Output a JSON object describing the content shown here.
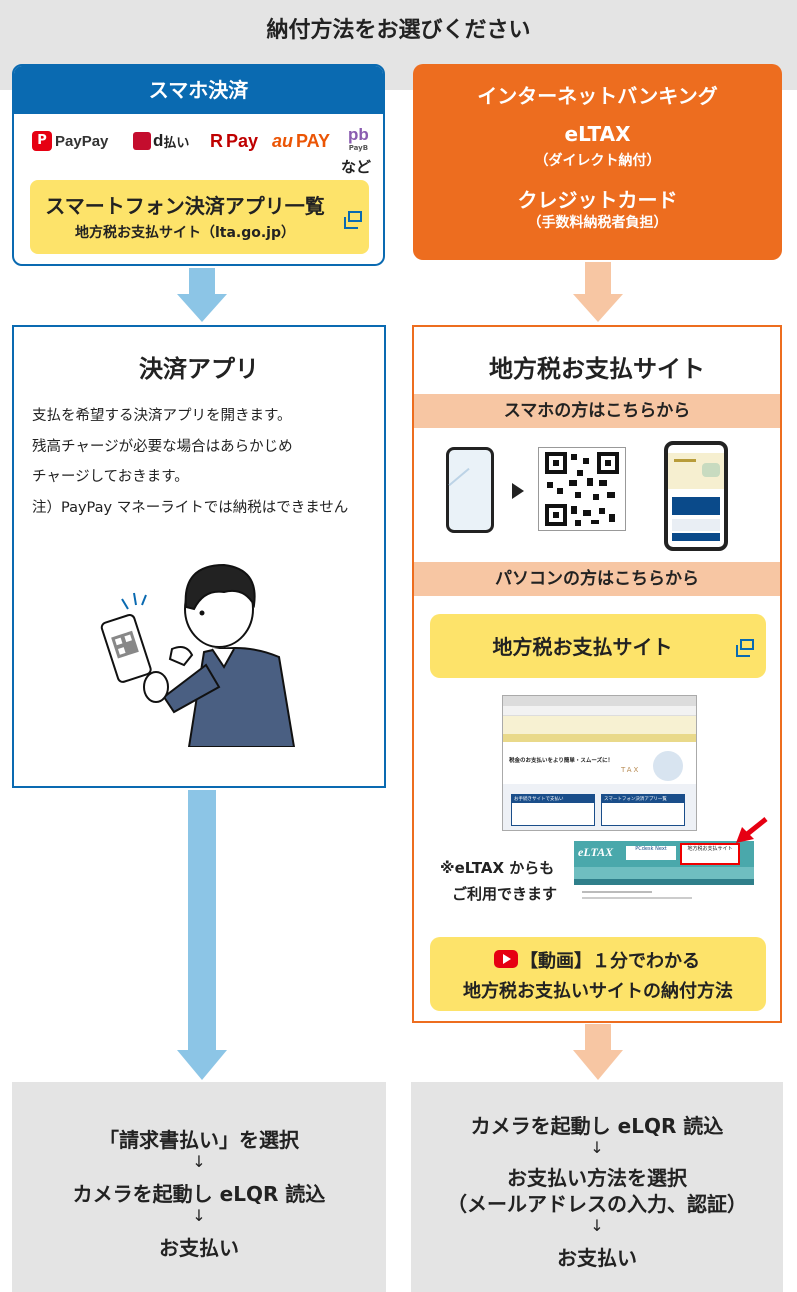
{
  "header": {
    "title": "納付方法をお選びください"
  },
  "left_card": {
    "title": "スマホ決済",
    "logos": [
      {
        "name": "paypay-logo",
        "label": "PayPay",
        "color": "#e60012"
      },
      {
        "name": "d-barai-logo",
        "label": "払い",
        "color": "#c40d2e"
      },
      {
        "name": "rakuten-pay-logo",
        "label": "Pay",
        "color": "#bf0000"
      },
      {
        "name": "au-pay-logo",
        "label": "PAY",
        "color": "#eb5505"
      },
      {
        "name": "payb-logo",
        "label": "PayB",
        "color": "#8a5cb0"
      }
    ],
    "logos_suffix": "など",
    "app_button": {
      "title": "スマートフォン決済アプリ一覧",
      "subtitle": "地方税お支払サイト（lta.go.jp）"
    }
  },
  "right_card": {
    "line1": "インターネットバンキング",
    "line2": "eLTAX",
    "line2_sub": "（ダイレクト納付）",
    "line3": "クレジットカード",
    "line3_sub": "（手数料納税者負担）"
  },
  "left_mid": {
    "title": "決済アプリ",
    "lines": [
      "支払を希望する決済アプリを開きます。",
      "残高チャージが必要な場合はあらかじめ",
      "チャージしておきます。",
      "注）PayPay マネーライトでは納税はできません"
    ]
  },
  "right_mid": {
    "title": "地方税お支払サイト",
    "smartphone_band": "スマホの方はこちらから",
    "pc_band": "パソコンの方はこちらから",
    "site_button": "地方税お支払サイト",
    "eltax_note_1": "※eLTAX からも",
    "eltax_note_2": "ご利用できます",
    "video_button_1": "【動画】１分でわかる",
    "video_button_2": "地方税お支払いサイトの納付方法",
    "screenshot": {
      "banner": "税金のお支払いをより簡単・スムーズに！",
      "tax_tiles": "TAX",
      "card1": "お手続きサイトで支払い",
      "card2": "スマートフォン決済アプリ一覧",
      "eltax_logo": "eLTAX",
      "eltax_pcdesk": "PCdesk Next",
      "eltax_box": "地方税お支払サイト"
    }
  },
  "bottom_left": {
    "step1": "「請求書払い」を選択",
    "step2": "カメラを起動し eLQR 読込",
    "step3": "お支払い",
    "arrow": "↓"
  },
  "bottom_right": {
    "step1": "カメラを起動し eLQR 読込",
    "step2": "お支払い方法を選択",
    "step2b": "（メールアドレスの入力、認証）",
    "step3": "お支払い",
    "arrow": "↓"
  },
  "colors": {
    "blue": "#0a6ab1",
    "orange": "#ed6d1f",
    "yellow": "#fde36a",
    "light_orange": "#f7c6a3",
    "light_blue": "#8cc5e6",
    "gray": "#e4e4e4"
  }
}
